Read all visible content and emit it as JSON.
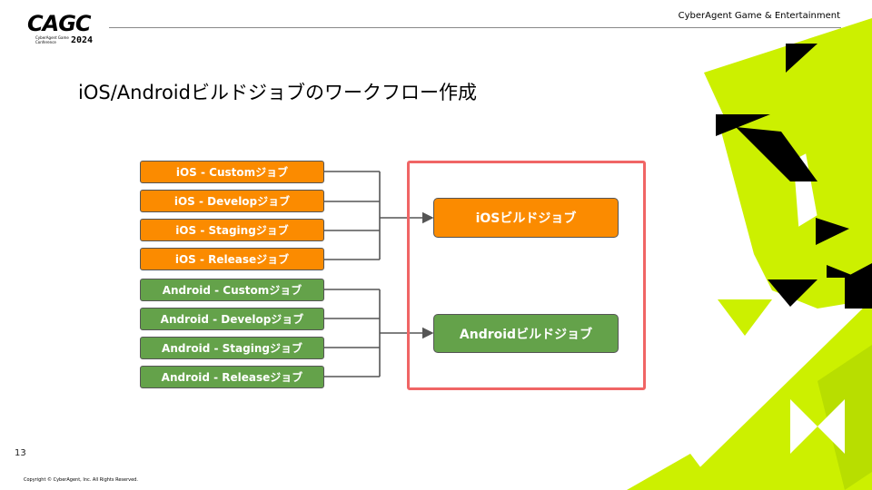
{
  "header": {
    "logo_text": "CAGC",
    "logo_sub": "CyberAgent Game Conference",
    "logo_year": "2024",
    "company": "CyberAgent Game & Entertainment"
  },
  "title": "iOS/Androidビルドジョブのワークフロー作成",
  "diagram": {
    "ios_jobs": [
      "iOS - Customジョブ",
      "iOS - Developジョブ",
      "iOS - Stagingジョブ",
      "iOS - Releaseジョブ"
    ],
    "android_jobs": [
      "Android - Customジョブ",
      "Android - Developジョブ",
      "Android - Stagingジョブ",
      "Android - Releaseジョブ"
    ],
    "ios_build": "iOSビルドジョブ",
    "android_build": "Androidビルドジョブ"
  },
  "colors": {
    "ios": "#fb8b00",
    "android": "#64a24a",
    "highlight": "#f06565",
    "accent_lime": "#ccf000"
  },
  "footer": {
    "page_number": "13",
    "copyright": "Copyright © CyberAgent, Inc. All Rights Reserved."
  }
}
